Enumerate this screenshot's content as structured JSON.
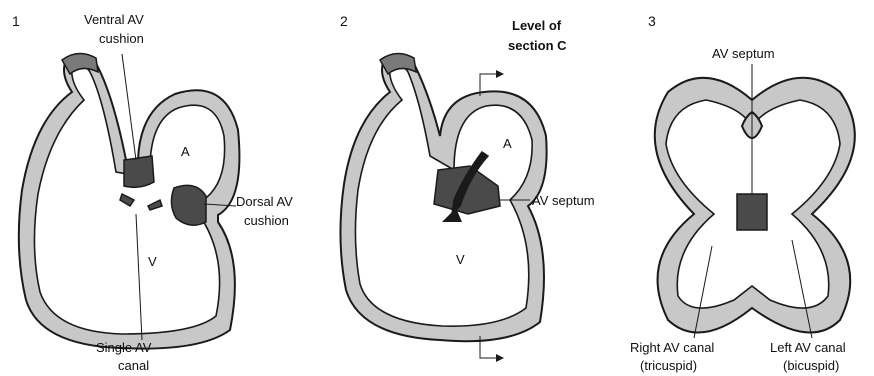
{
  "panels": [
    {
      "number": "1",
      "labels": {
        "ventral_line1": "Ventral AV",
        "ventral_line2": "cushion",
        "atrium": "A",
        "ventricle": "V",
        "dorsal_line1": "Dorsal AV",
        "dorsal_line2": "cushion",
        "canal_line1": "Single AV",
        "canal_line2": "canal"
      }
    },
    {
      "number": "2",
      "labels": {
        "level_line1": "Level of",
        "level_line2": "section C",
        "atrium": "A",
        "ventricle": "V",
        "septum": "AV septum"
      }
    },
    {
      "number": "3",
      "labels": {
        "septum": "AV septum",
        "right_line1": "Right AV canal",
        "right_line2": "(tricuspid)",
        "left_line1": "Left AV canal",
        "left_line2": "(bicuspid)"
      }
    }
  ],
  "colors": {
    "wall": "#c8c8c8",
    "cushion": "#4a4a4a",
    "outline": "#1a1a1a"
  }
}
